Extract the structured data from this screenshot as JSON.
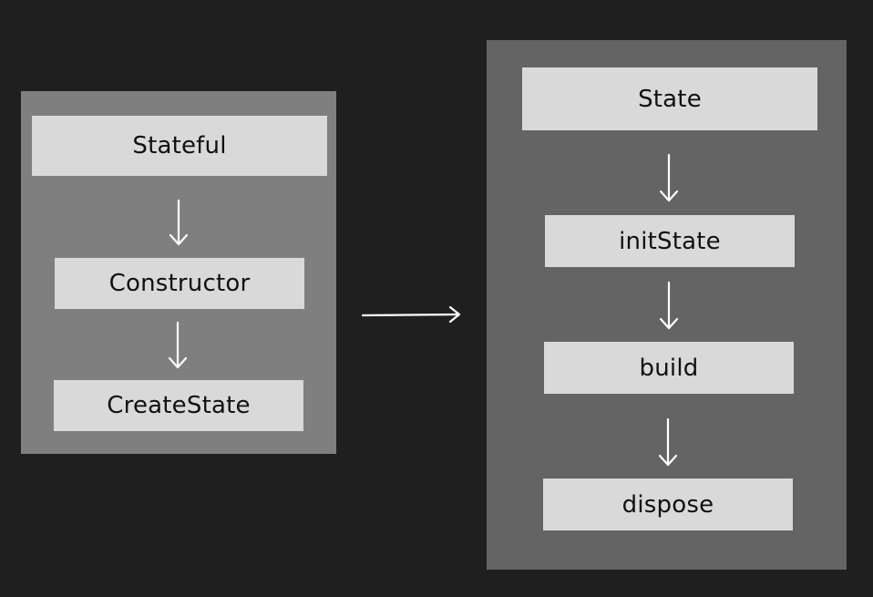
{
  "colors": {
    "background": "#1f1f1f",
    "left_panel": "#7f7f7f",
    "right_panel": "#646464",
    "node_fill": "#d9d9d9",
    "node_text": "#111111",
    "arrow": "#ffffff"
  },
  "left_group": {
    "nodes": [
      {
        "label": "Stateful"
      },
      {
        "label": "Constructor"
      },
      {
        "label": "CreateState"
      }
    ]
  },
  "right_group": {
    "nodes": [
      {
        "label": "State"
      },
      {
        "label": "initState"
      },
      {
        "label": "build"
      },
      {
        "label": "dispose"
      }
    ]
  },
  "edges": [
    {
      "from": "Stateful",
      "to": "Constructor"
    },
    {
      "from": "Constructor",
      "to": "CreateState"
    },
    {
      "from": "left_group",
      "to": "right_group"
    },
    {
      "from": "State",
      "to": "initState"
    },
    {
      "from": "initState",
      "to": "build"
    },
    {
      "from": "build",
      "to": "dispose"
    }
  ]
}
